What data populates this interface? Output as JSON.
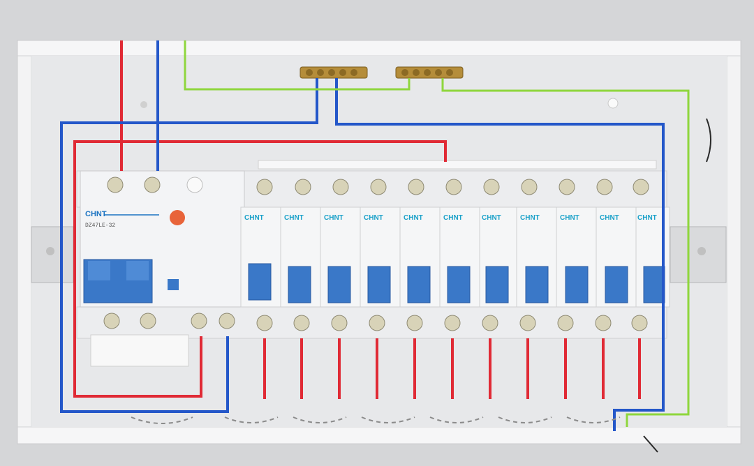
{
  "image": {
    "subject": "distribution box wiring",
    "brand_text": "CHNT",
    "colors": {
      "live_wire": "#e02a35",
      "neutral_wire": "#2457c9",
      "earth_wire": "#8fd63d",
      "toggle": "#3a78c8",
      "test_button": "#e8643a",
      "enclosure": "#eeeff1",
      "breaker_body": "#f3f4f6"
    },
    "rcd": {
      "brand": "CHNT",
      "poles": 2
    },
    "mcb_group_a": {
      "count": 7
    },
    "mcb_group_b": {
      "count": 4
    },
    "busbars": {
      "count": 2
    }
  }
}
